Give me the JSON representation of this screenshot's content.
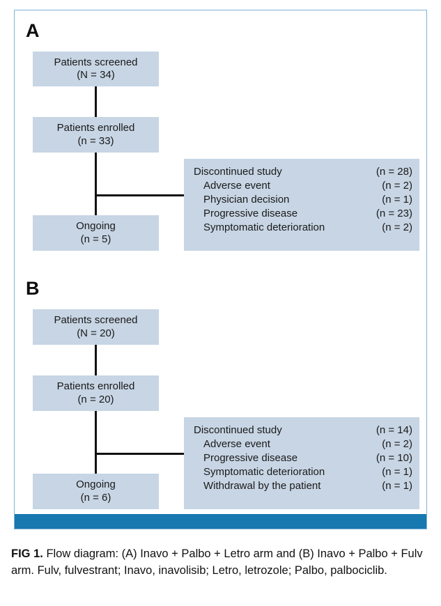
{
  "figure": {
    "panels": [
      {
        "letter": "A",
        "boxes": [
          {
            "name": "screened",
            "line1": "Patients screened",
            "line2": "(N = 34)"
          },
          {
            "name": "enrolled",
            "line1": "Patients enrolled",
            "line2": "(n = 33)"
          },
          {
            "name": "ongoing",
            "line1": "Ongoing",
            "line2": "(n = 5)"
          }
        ],
        "discontinued": {
          "title": "Discontinued study",
          "title_count": "(n = 28)",
          "reasons": [
            {
              "label": "Adverse event",
              "count": "(n = 2)"
            },
            {
              "label": "Physician decision",
              "count": "(n = 1)"
            },
            {
              "label": "Progressive disease",
              "count": "(n = 23)"
            },
            {
              "label": "Symptomatic deterioration",
              "count": "(n = 2)"
            }
          ]
        }
      },
      {
        "letter": "B",
        "boxes": [
          {
            "name": "screened",
            "line1": "Patients screened",
            "line2": "(N = 20)"
          },
          {
            "name": "enrolled",
            "line1": "Patients enrolled",
            "line2": "(n = 20)"
          },
          {
            "name": "ongoing",
            "line1": "Ongoing",
            "line2": "(n = 6)"
          }
        ],
        "discontinued": {
          "title": "Discontinued study",
          "title_count": "(n = 14)",
          "reasons": [
            {
              "label": "Adverse event",
              "count": "(n = 2)"
            },
            {
              "label": "Progressive disease",
              "count": "(n = 10)"
            },
            {
              "label": "Symptomatic deterioration",
              "count": "(n = 1)"
            },
            {
              "label": "Withdrawal by the patient",
              "count": "(n = 1)"
            }
          ]
        }
      }
    ],
    "colors": {
      "frame_border": "#7fb3d5",
      "footer_bar": "#1878b0",
      "box_fill": "#c7d5e4",
      "connector": "#111111",
      "text": "#1a1a1a"
    }
  },
  "caption": {
    "label": "FIG 1.",
    "text": "Flow diagram: (A) Inavo + Palbo + Letro arm and (B) Inavo + Palbo + Fulv arm. Fulv, fulvestrant; Inavo, inavolisib; Letro, letrozole; Palbo, palbociclib."
  }
}
